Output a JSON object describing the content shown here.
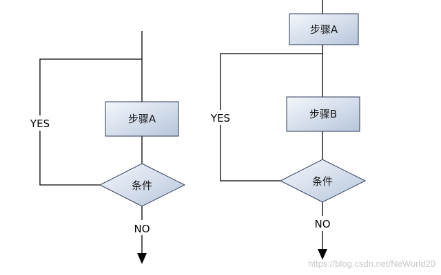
{
  "diagram": {
    "left": {
      "step_label": "步骤A",
      "condition_label": "条件",
      "yes_label": "YES",
      "no_label": "NO"
    },
    "right": {
      "step_a_label": "步骤A",
      "step_b_label": "步骤B",
      "condition_label": "条件",
      "yes_label": "YES",
      "no_label": "NO"
    }
  },
  "watermark": "https://blog.csdn.net/NeWorld20",
  "colors": {
    "node_fill_start": "#f4f7fb",
    "node_fill_end": "#b7c6dc",
    "node_stroke": "#2b3a55",
    "line": "#000000"
  }
}
